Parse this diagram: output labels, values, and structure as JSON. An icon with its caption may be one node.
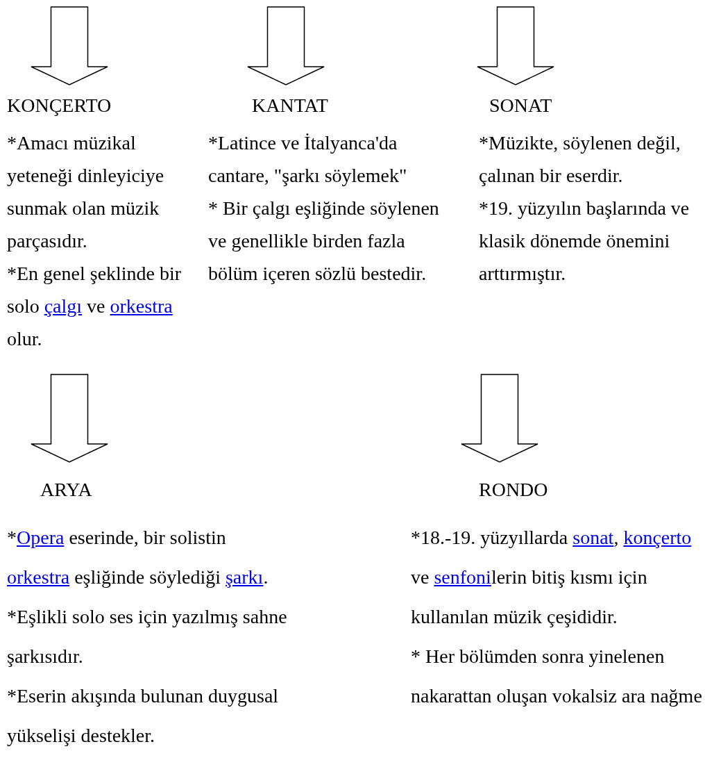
{
  "diagram": {
    "nodes": [
      {
        "text": [
          "KONÇERTO",
          "*Amacı müzikal yeteneği dinleyiciye sunmak olan müzik parçasıdır.",
          "*En genel şeklinde bir solo çalgı ve orkestra olur."
        ]
      },
      {
        "text": [
          "KANTAT",
          "*Latince ve İtalyanca'da cantare, \"şarkı söylemek\"",
          "* Bir çalgı eşliğinde söylenen ve genellikle birden fazla bölüm içeren sözlü bestedir."
        ]
      },
      {
        "text": [
          "SONAT",
          "*Müzikte, söylenen değil, çalınan bir eserdir.",
          "*19. yüzyılın başlarında ve klasik dönemde önemini arttırmıştır."
        ]
      },
      {
        "text": [
          "ARYA",
          "*Opera eserinde, bir solistin orkestra eşliğinde söylediği şarkı.",
          "*Eşlikli solo ses için yazılmış sahne şarkısıdır.",
          "*Eserin akışında bulunan duygusal yükselişi destekler."
        ]
      },
      {
        "text": [
          "RONDO",
          "*18.-19. yüzyıllarda sonat, konçerto ve senfonilerin bitiş kısmı için kullanılan müzik çeşididir.",
          "* Her bölümden sonra yinelenen nakarattan oluşan vokalsiz ara nağme"
        ]
      }
    ],
    "edges": [
      {
        "from": null,
        "to": 0,
        "arrow": "to"
      },
      {
        "from": null,
        "to": 1,
        "arrow": "to"
      },
      {
        "from": null,
        "to": 2,
        "arrow": "to"
      },
      {
        "from": null,
        "to": 3,
        "arrow": "to"
      },
      {
        "from": null,
        "to": 4,
        "arrow": "to"
      }
    ]
  }
}
